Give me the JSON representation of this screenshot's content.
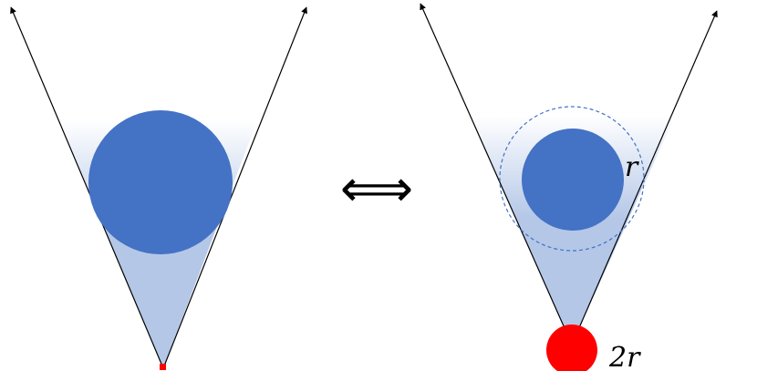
{
  "diagram": {
    "equivalence_symbol": "⟺",
    "right_panel": {
      "inner_radius_label": "r",
      "apex_obstacle_label": "2r"
    },
    "colors": {
      "cone_fill": "#b4c7e7",
      "cone_fade_top": "#ffffff",
      "obstacle_blue": "#4472c4",
      "apex_red": "#ff0000",
      "dashed_ring": "#4472c4",
      "ray_line": "#000000"
    },
    "shapes": {
      "left_panel": [
        "left-cone",
        "left-cone-ray-left",
        "left-cone-ray-right",
        "left-obstacle-circle",
        "left-apex-point"
      ],
      "right_panel": [
        "right-cone",
        "right-cone-ray-left",
        "right-cone-ray-right",
        "right-dashed-inflated-circle",
        "right-shrunk-obstacle-circle",
        "right-apex-disk"
      ]
    }
  }
}
